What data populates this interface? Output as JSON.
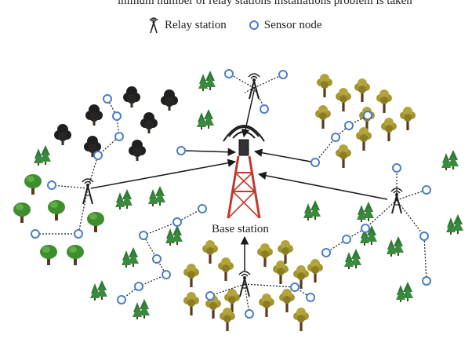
{
  "top_text": "inimum number of relay stations installations problem is taken",
  "legend": {
    "relay_label": "Relay station",
    "sensor_label": "Sensor node"
  },
  "base_station_label": "Base station",
  "colors": {
    "sensor_stroke": "#4a7ec4",
    "link": "#1a1a1a",
    "tower": "#c0392b",
    "dark_tree": "#1f1f1f",
    "green_tree": "#3e8e2e",
    "olive_tree": "#9b8a2a",
    "pine": "#2f7a35"
  },
  "icons": [
    "relay-station-icon",
    "sensor-node-icon",
    "base-station-tower-icon",
    "tree-icon",
    "pine-icon"
  ]
}
